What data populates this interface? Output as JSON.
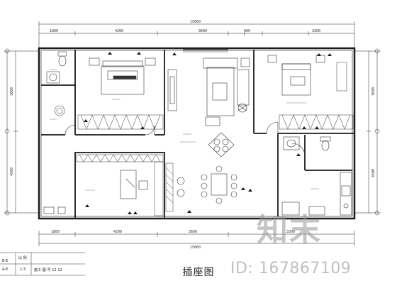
{
  "drawing_title": "插座图",
  "dimensions_top": {
    "overall": "15060",
    "segments": [
      "1800",
      "4200",
      "3600",
      "900",
      "3300"
    ]
  },
  "dimensions_bottom": {
    "segments": [
      "1800",
      "4200",
      "3600",
      "3300"
    ],
    "overall": "15060"
  },
  "dimensions_left": [
    "3000",
    "4500"
  ],
  "dimensions_right": [
    "3600",
    "4500"
  ],
  "title_block": {
    "row1_col1": "B-E",
    "row1_col2": "比  例",
    "row2_col1": "A-E",
    "row2_col2": "1:3",
    "row2_col3": "施工-图-号  12-12"
  },
  "watermark": {
    "brand": "知末",
    "id": "ID: 167867109"
  },
  "colors": {
    "line": "#1a1a1a",
    "furniture": "#444444",
    "accent": "#222222"
  }
}
